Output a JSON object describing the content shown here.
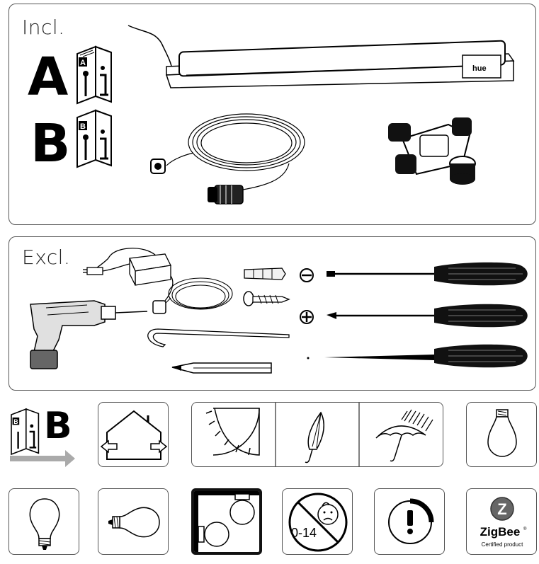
{
  "included": {
    "label": "Incl.",
    "item_a_letter": "A",
    "item_b_letter": "B",
    "manual_a_tag": "A",
    "manual_b_tag": "B",
    "device_brand": "hue"
  },
  "excluded": {
    "label": "Excl."
  },
  "reference": {
    "manual_tag": "B",
    "letter": "B"
  },
  "age_warning": {
    "text": "0-14"
  },
  "zigbee": {
    "logo_letter": "Z",
    "name": "ZigBee",
    "registered": "®",
    "caption": "Certified product"
  }
}
